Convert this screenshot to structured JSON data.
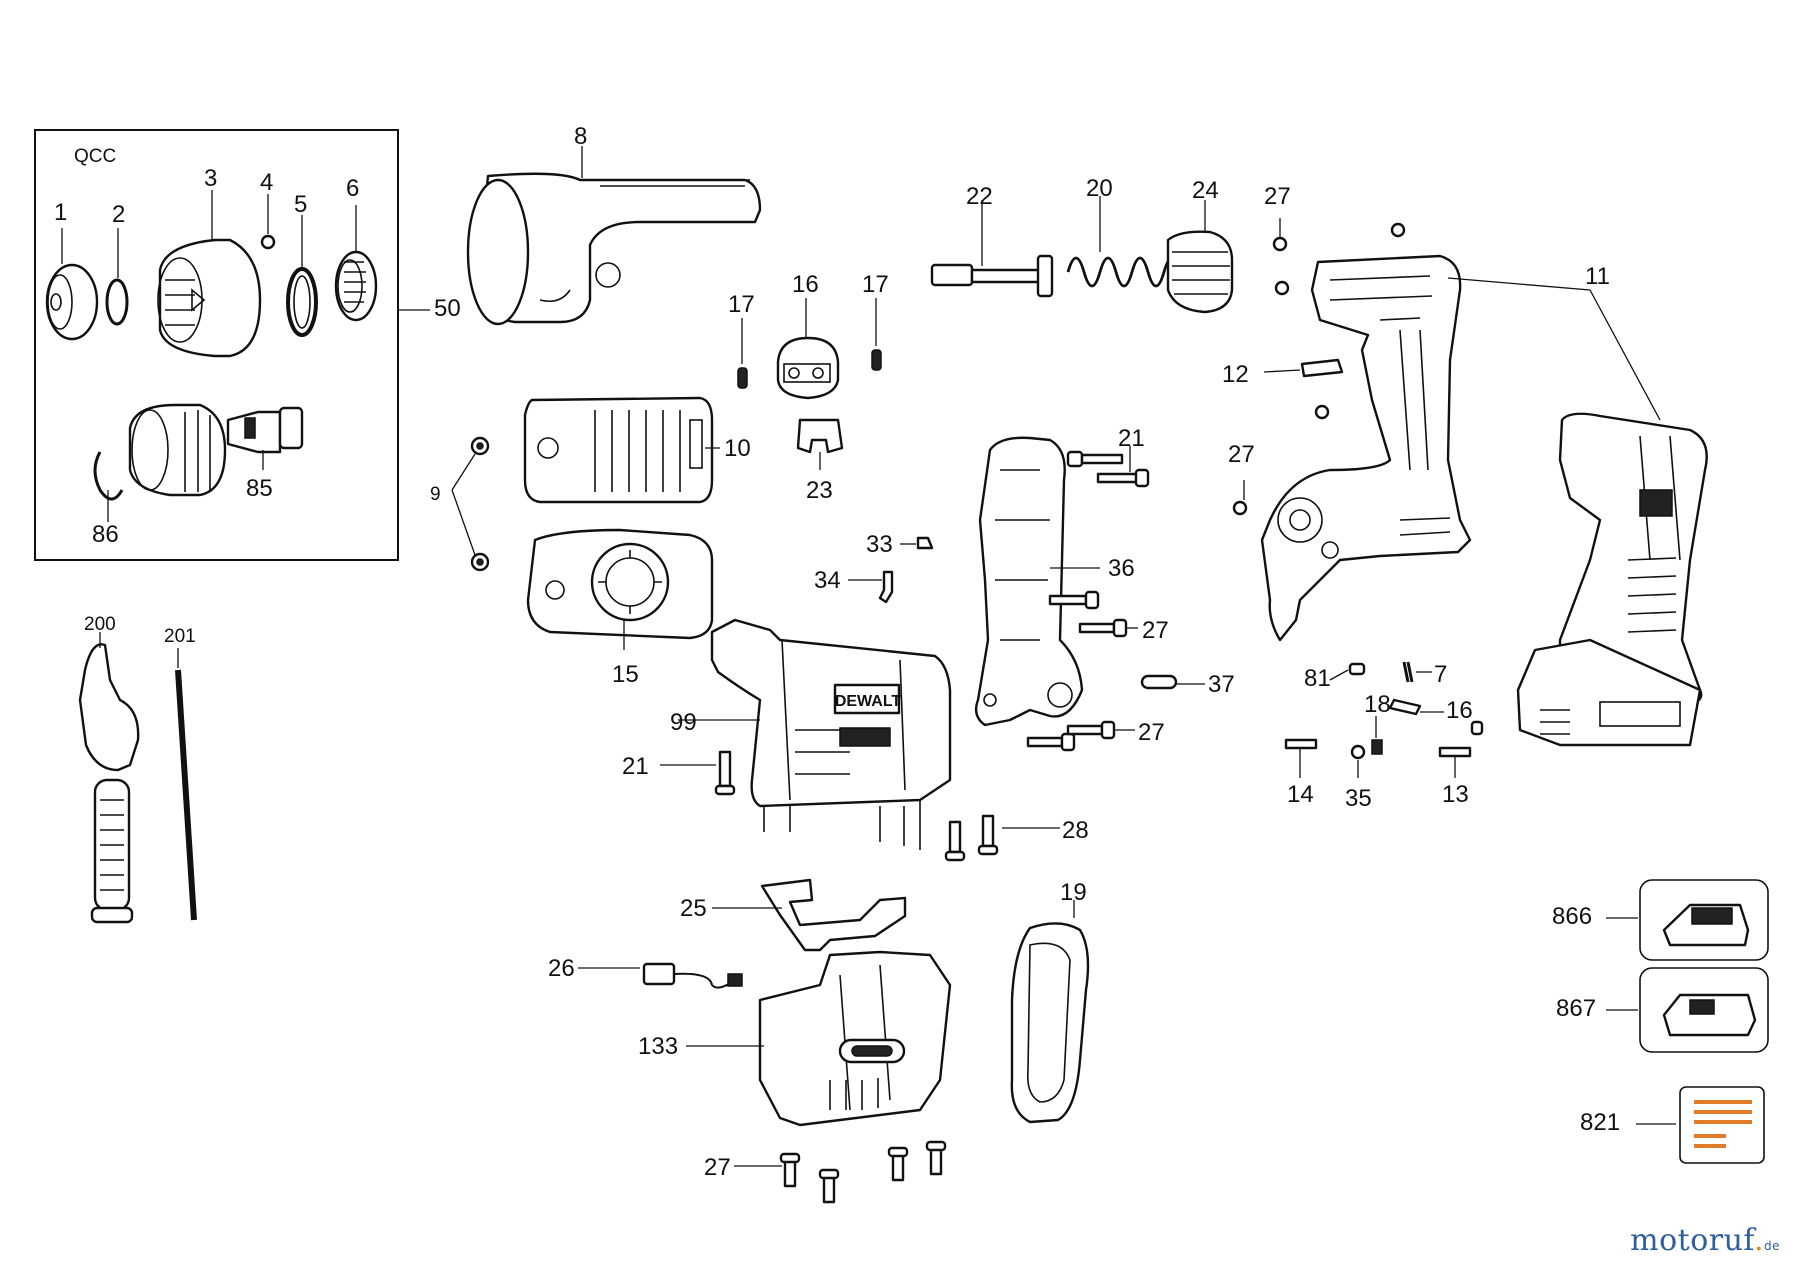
{
  "diagram": {
    "group_title": "QCC",
    "labels": {
      "p1": "1",
      "p2": "2",
      "p3": "3",
      "p4": "4",
      "p5": "5",
      "p6": "6",
      "p7": "7",
      "p8": "8",
      "p9": "9",
      "p10": "10",
      "p11": "11",
      "p12": "12",
      "p13": "13",
      "p14": "14",
      "p15": "15",
      "p16a": "16",
      "p16b": "16",
      "p17a": "17",
      "p17b": "17",
      "p18": "18",
      "p19": "19",
      "p20": "20",
      "p21a": "21",
      "p21b": "21",
      "p22": "22",
      "p23": "23",
      "p24": "24",
      "p25": "25",
      "p26": "26",
      "p27a": "27",
      "p27b": "27",
      "p27c": "27",
      "p27d": "27",
      "p27e": "27",
      "p28": "28",
      "p33": "33",
      "p34": "34",
      "p35": "35",
      "p36": "36",
      "p37": "37",
      "p50": "50",
      "p81": "81",
      "p85": "85",
      "p86": "86",
      "p99": "99",
      "p133": "133",
      "p200": "200",
      "p201": "201",
      "p821": "821",
      "p866": "866",
      "p867": "867"
    },
    "housing_logo": "DEWALT"
  },
  "brand": {
    "name_main": "motoruf",
    "name_dot": ".",
    "tld": "de"
  }
}
